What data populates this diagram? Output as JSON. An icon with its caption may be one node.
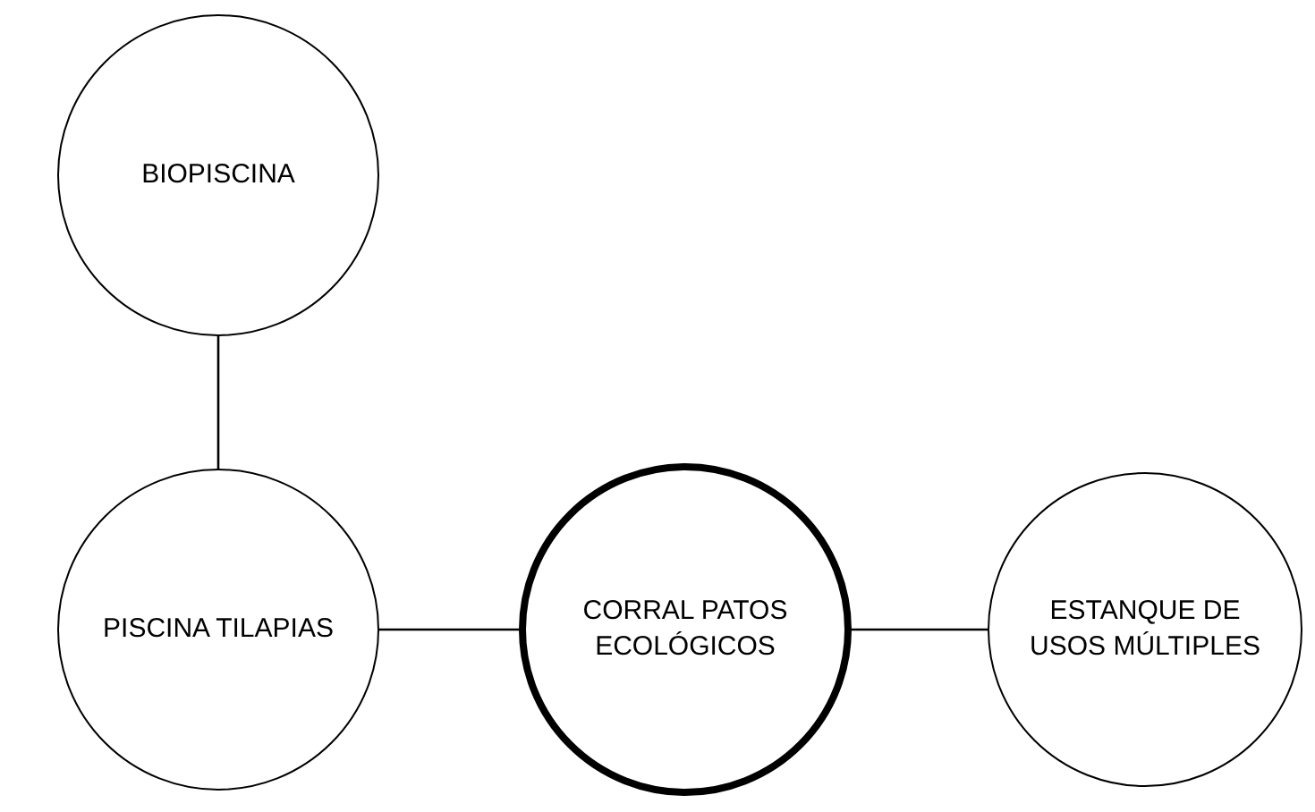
{
  "diagram": {
    "nodes": [
      {
        "text": [
          "BIOPISCINA"
        ]
      },
      {
        "text": [
          "PISCINA TILAPIAS"
        ]
      },
      {
        "text": [
          "CORRAL PATOS ECOLÓGICOS"
        ]
      },
      {
        "text": [
          "ESTANQUE DE USOS MÚLTIPLES"
        ]
      }
    ],
    "edges": [
      {
        "from": 0,
        "to": 1,
        "arrow": "none"
      },
      {
        "from": 1,
        "to": 2,
        "arrow": "none"
      },
      {
        "from": 2,
        "to": 3,
        "arrow": "none"
      }
    ]
  }
}
